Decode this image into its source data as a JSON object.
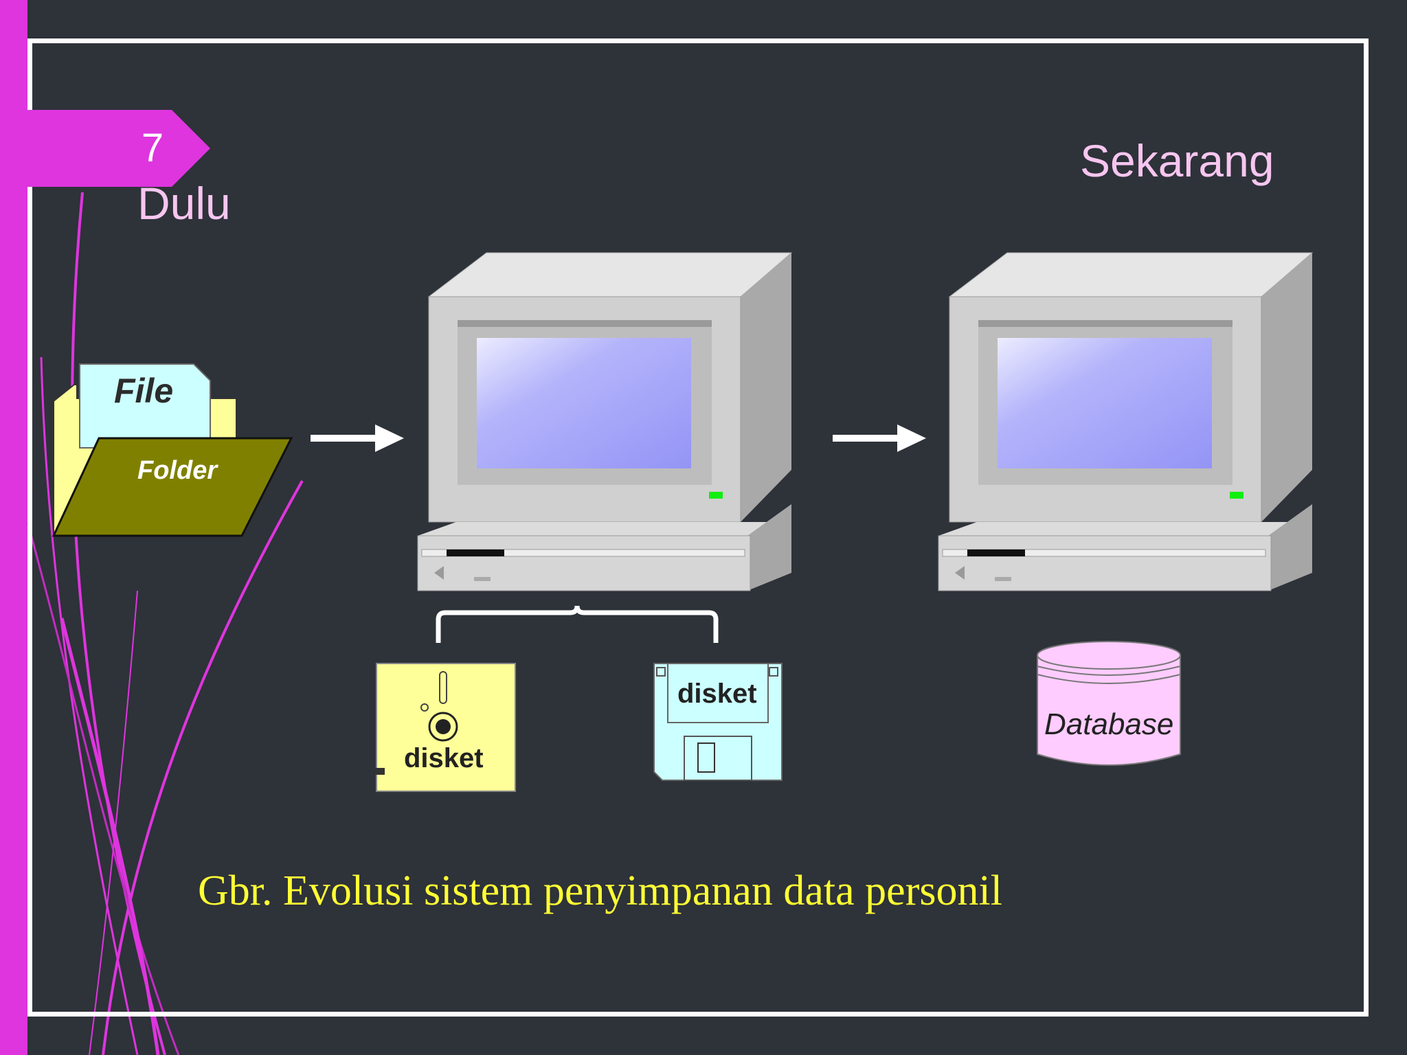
{
  "slide": {
    "number": "7"
  },
  "labels": {
    "past": "Dulu",
    "present": "Sekarang"
  },
  "items": {
    "file": "File",
    "folder": "Folder",
    "diskette_1": "disket",
    "diskette_2": "disket",
    "database": "Database"
  },
  "caption": "Gbr. Evolusi sistem penyimpanan data personil",
  "colors": {
    "background": "#2e3239",
    "accent": "#de35de",
    "label_text": "#f7c6f0",
    "caption_text": "#ffff33",
    "screen": "#9f9ff8"
  }
}
